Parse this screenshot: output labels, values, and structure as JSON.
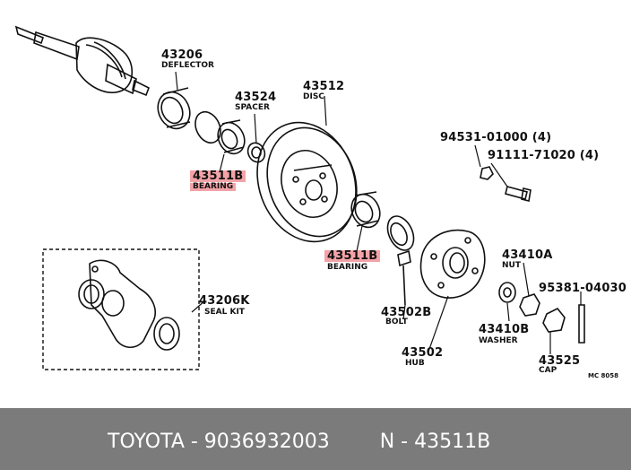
{
  "labels": {
    "deflector_pn": "43206",
    "deflector_name": "DEFLECTOR",
    "spacer_pn": "43524",
    "spacer_name": "SPACER",
    "disc_pn": "43512",
    "disc_name": "DISC",
    "bearing1_pn": "43511B",
    "bearing1_name": "BEARING",
    "bearing2_pn": "43511B",
    "bearing2_name": "BEARING",
    "nut1_pn": "94531-01000 (4)",
    "bolt1_pn": "91111-71020 (4)",
    "nut_pn": "43410A",
    "nut_name": "NUT",
    "cap_rod_pn": "95381-04030",
    "sealkit_pn": "43206K",
    "sealkit_name": "SEAL KIT",
    "bolt_pn": "43502B",
    "bolt_name": "BOLT",
    "washer_pn": "43410B",
    "washer_name": "WASHER",
    "hub_pn": "43502",
    "hub_name": "HUB",
    "cap_pn": "43525",
    "cap_name": "CAP",
    "code": "MC 8058"
  },
  "footer": {
    "text": "TOYOTA - 9036932003        N - 43511B"
  },
  "colors": {
    "highlight": "#f3a3a8",
    "footer_bg": "#7b7b7b",
    "footer_text": "#ffffff",
    "ink": "#111111"
  }
}
